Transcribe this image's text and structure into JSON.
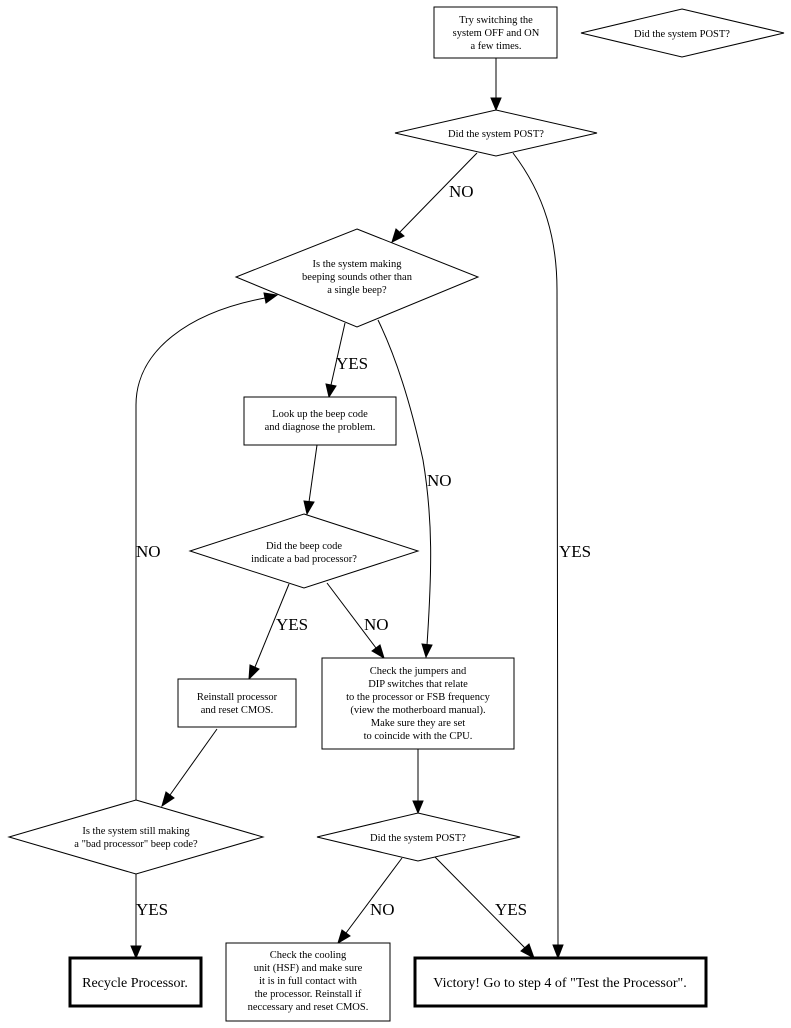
{
  "diagram": {
    "type": "flowchart",
    "nodes": {
      "power_cycle": {
        "shape": "box",
        "lines": [
          "Try switching the",
          "system OFF and ON",
          "a few times."
        ]
      },
      "legend_post": {
        "shape": "diamond",
        "lines": [
          "Did the system POST?"
        ]
      },
      "post1": {
        "shape": "diamond",
        "lines": [
          "Did the system POST?"
        ]
      },
      "beeping": {
        "shape": "diamond",
        "lines": [
          "Is the system making",
          "beeping sounds other than",
          "a single beep?"
        ]
      },
      "lookup": {
        "shape": "box",
        "lines": [
          "Look up the beep code",
          "and diagnose the problem."
        ]
      },
      "bad_proc": {
        "shape": "diamond",
        "lines": [
          "Did the beep code",
          "indicate a bad processor?"
        ]
      },
      "reinstall": {
        "shape": "box",
        "lines": [
          "Reinstall processor",
          "and reset CMOS."
        ]
      },
      "jumpers": {
        "shape": "box",
        "lines": [
          "Check the jumpers and",
          "DIP switches that relate",
          "to the processor or FSB frequency",
          "(view the motherboard manual).",
          "Make sure they are set",
          "to coincide with the CPU."
        ]
      },
      "still_beep": {
        "shape": "diamond",
        "lines": [
          "Is the system still making",
          "a \"bad processor\" beep code?"
        ]
      },
      "post2": {
        "shape": "diamond",
        "lines": [
          "Did the system POST?"
        ]
      },
      "recycle": {
        "shape": "box-bold",
        "lines": [
          "Recycle Processor."
        ]
      },
      "cooling": {
        "shape": "box",
        "lines": [
          "Check the cooling",
          "unit (HSF) and make sure",
          "it is in full contact with",
          "the processor. Reinstall if",
          "neccessary and reset CMOS."
        ]
      },
      "victory": {
        "shape": "box-bold",
        "lines": [
          "Victory! Go to step 4 of \"Test the Processor\"."
        ]
      }
    },
    "edges": [
      {
        "from": "power_cycle",
        "to": "post1",
        "label": ""
      },
      {
        "from": "post1",
        "to": "beeping",
        "label": "NO"
      },
      {
        "from": "post1",
        "to": "victory",
        "label": "YES"
      },
      {
        "from": "beeping",
        "to": "lookup",
        "label": "YES"
      },
      {
        "from": "beeping",
        "to": "jumpers",
        "label": "NO"
      },
      {
        "from": "lookup",
        "to": "bad_proc",
        "label": ""
      },
      {
        "from": "bad_proc",
        "to": "reinstall",
        "label": "YES"
      },
      {
        "from": "bad_proc",
        "to": "jumpers",
        "label": "NO"
      },
      {
        "from": "reinstall",
        "to": "still_beep",
        "label": ""
      },
      {
        "from": "still_beep",
        "to": "beeping",
        "label": "NO"
      },
      {
        "from": "still_beep",
        "to": "recycle",
        "label": "YES"
      },
      {
        "from": "jumpers",
        "to": "post2",
        "label": ""
      },
      {
        "from": "post2",
        "to": "cooling",
        "label": "NO"
      },
      {
        "from": "post2",
        "to": "victory",
        "label": "YES"
      }
    ]
  }
}
